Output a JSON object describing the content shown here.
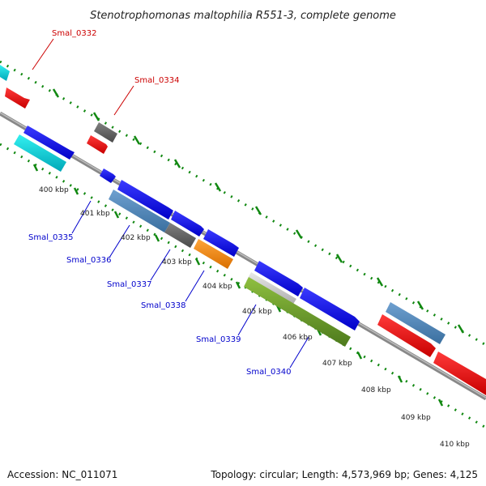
{
  "title": "Stenotrophomonas maltophilia R551-3, complete genome",
  "footer": {
    "accession": "Accession: NC_011071",
    "summary": "Topology: circular; Length: 4,573,969 bp; Genes: 4,125"
  },
  "colors": {
    "backbone": "#8c8c8c",
    "tick": "#118811",
    "forward_gene": "#0000ee",
    "reverse_gene": "#ee0000",
    "label_forward": "#0000cc",
    "label_reverse": "#cc0000"
  },
  "kbp_marks": [
    "400 kbp",
    "401 kbp",
    "402 kbp",
    "403 kbp",
    "404 kbp",
    "405 kbp",
    "406 kbp",
    "407 kbp",
    "408 kbp",
    "409 kbp",
    "410 kbp"
  ],
  "gene_labels": {
    "red": [
      "Smal_0332",
      "Smal_0334"
    ],
    "blue": [
      "Smal_0335",
      "Smal_0336",
      "Smal_0337",
      "Smal_0338",
      "Smal_0339",
      "Smal_0340"
    ]
  }
}
